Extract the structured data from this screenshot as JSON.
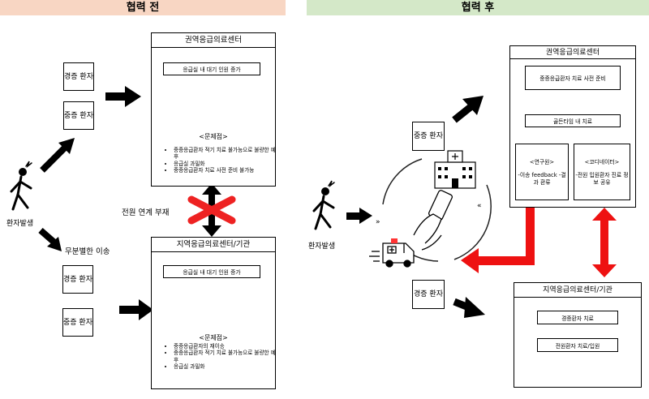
{
  "headers": {
    "before": "협력 전",
    "after": "협력 후"
  },
  "before": {
    "patient_event": "환자발생",
    "mild_patient": "경증 환자",
    "severe_patient": "중증 환자",
    "mild_patient_2": "경증 환자",
    "severe_patient_2": "중증 환자",
    "random_transfer": "무분별한 이송",
    "transfer_gap": "전원 연계 부재",
    "regional_center": {
      "title": "권역응급의료센터",
      "box": "응급실 내 대기 인원 증가",
      "problem_title": "<문제점>",
      "problems": [
        "중증응급환자 적기 치료 불가능으로 불량한 예후",
        "응급실 과밀화",
        "중증응급환자 치료 사전 준비 불가능"
      ]
    },
    "local_center": {
      "title": "지역응급의료센터/기관",
      "box": "응급실 내 대기 인원 증가",
      "problem_title": "<문제점>",
      "problems": [
        "중증응급환자의 재이송",
        "중증응급환자 적기 치료 불가능으로 불량한 예후",
        "응급실 과밀화"
      ]
    }
  },
  "after": {
    "patient_event": "환자발생",
    "severe_patient": "중증 환자",
    "mild_patient": "경증 환자",
    "regional_center": {
      "title": "권역응급의료센터",
      "box1": "중증응급환자 치료 사전 준비",
      "box2": "골든타임 내 치료",
      "researcher_title": "<연구원>",
      "researcher_body": "-이송 feedback -결과 환류",
      "coordinator_title": "<코디네이터>",
      "coordinator_body": "-전원 입원환자 진료 정보 공유"
    },
    "local_center": {
      "title": "지역응급의료센터/기관",
      "box1": "경증환자 치료",
      "box2": "전원환자 치료/입원"
    }
  }
}
